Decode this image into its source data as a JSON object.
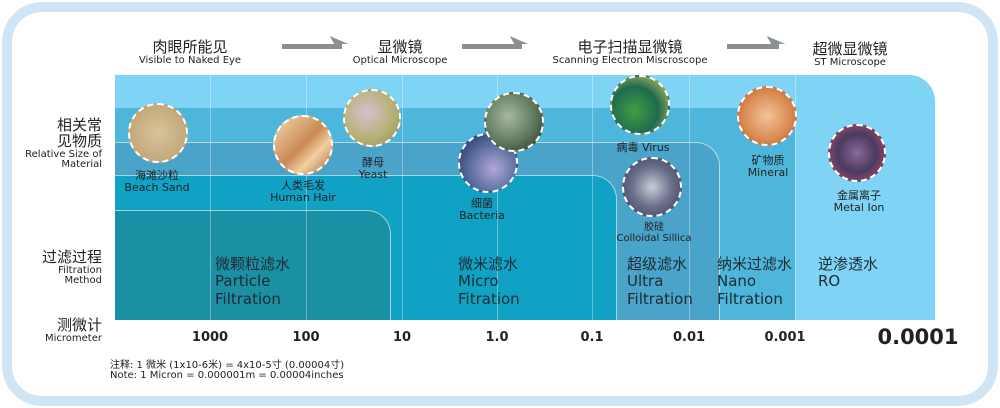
{
  "stages": [
    {
      "zh": "肉眼所能见",
      "en": "Visible to Naked Eye"
    },
    {
      "zh": "显微镜",
      "en": "Optical Microscope"
    },
    {
      "zh": "电子扫描显微镜",
      "en": "Scanning Electron Miscroscope"
    },
    {
      "zh": "超微显微镜",
      "en": "ST Microscope"
    }
  ],
  "side": {
    "size": {
      "zh1": "相关常",
      "zh2": "见物质",
      "en1": "Relative Size of",
      "en2": "Material"
    },
    "filtration": {
      "zh": "过滤过程",
      "en1": "Filtration",
      "en2": "Method"
    },
    "micrometer": {
      "zh": "测微计",
      "en": "Micrometer"
    }
  },
  "materials": [
    {
      "zh": "海滩沙粒",
      "en": "Beach Sand"
    },
    {
      "zh": "人类毛发",
      "en": "Human Hair"
    },
    {
      "zh": "酵母",
      "en": "Yeast"
    },
    {
      "zh": "细菌",
      "en": "Bacteria"
    },
    {
      "zh": "病毒",
      "en": "Virus"
    },
    {
      "zh": "胶硅",
      "en": "Colloidal Sillica"
    },
    {
      "zh": "矿物质",
      "en": "Mineral"
    },
    {
      "zh": "金属离子",
      "en": "Metal Ion"
    }
  ],
  "filtration": [
    {
      "zh": "微颗粒滤水",
      "en1": "Particle",
      "en2": "Filtration"
    },
    {
      "zh": "微米滤水",
      "en1": "Micro",
      "en2": "Fitration"
    },
    {
      "zh": "超级滤水",
      "en1": "Ultra",
      "en2": "Filtration"
    },
    {
      "zh": "纳米过滤水",
      "en1": "Nano",
      "en2": "Filtration"
    },
    {
      "zh": "逆渗透水",
      "en1": "RO",
      "en2": ""
    }
  ],
  "ticks": [
    "1000",
    "100",
    "10",
    "1.0",
    "0.1",
    "0.01",
    "0.001",
    "0.0001"
  ],
  "note": {
    "zh": "注释: 1 微米 (1x10-6米) = 4x10-5寸 (0.00004寸)",
    "en": "Note: 1 Micron = 0.000001m = 0.00004inches"
  },
  "colors": {
    "layer1": "#7fd3f4",
    "layer2": "#4db6da",
    "layer3": "#4aa3c8",
    "layer4": "#0fa2c4",
    "layer5": "#1b8fa3",
    "frame": "#cfe5f5"
  }
}
